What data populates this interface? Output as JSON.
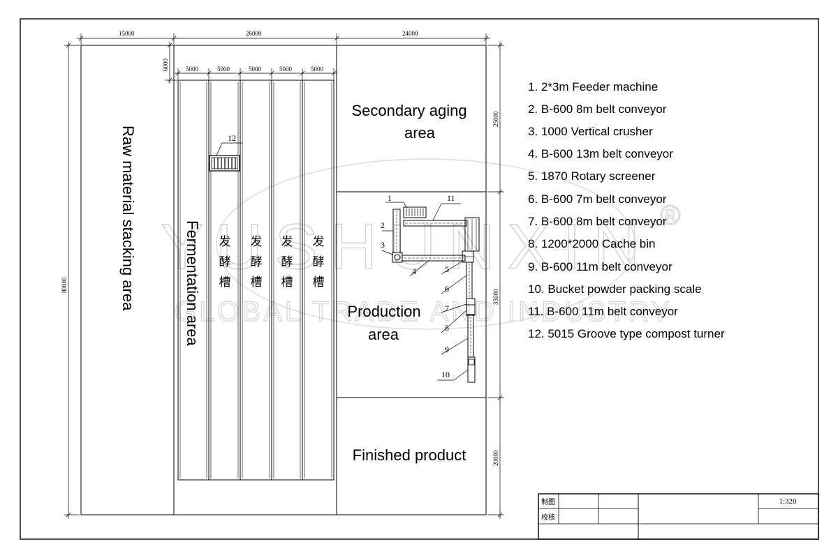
{
  "dimensions": {
    "top": [
      "15000",
      "26000",
      "24000"
    ],
    "tank_widths": [
      "5000",
      "5000",
      "5000",
      "5000",
      "5000"
    ],
    "left_gap": "6000",
    "overall_height": "80000",
    "right_heights": [
      "25000",
      "35000",
      "20000"
    ]
  },
  "areas": {
    "raw": "Raw material stacking area",
    "fermentation": "Fermentation area",
    "secondary_line1": "Secondary aging",
    "secondary_line2": "area",
    "production_line1": "Production",
    "production_line2": "area",
    "finished": "Finished product"
  },
  "tank_label": [
    "发",
    "酵",
    "槽"
  ],
  "callouts": [
    "1",
    "2",
    "3",
    "4",
    "5",
    "6",
    "7",
    "8",
    "9",
    "10",
    "11",
    "12"
  ],
  "legend": [
    "1. 2*3m Feeder machine",
    "2. B-600 8m belt conveyor",
    "3. 1000 Vertical crusher",
    "4. B-600 13m belt conveyor",
    "5. 1870 Rotary screener",
    "6. B-600 7m belt conveyor",
    "7. B-600 8m belt conveyor",
    "8. 1200*2000 Cache bin",
    "9. B-600 11m belt conveyor",
    "10. Bucket powder packing scale",
    "11. B-600 11m belt conveyor",
    "12. 5015 Groove type compost turner"
  ],
  "title_block": {
    "drawn_by": "制图",
    "checked_by": "校核",
    "scale": "1:320"
  },
  "watermark": {
    "brand": "YUSHUNXIN",
    "tagline": "GLOBAL TRADE AND INDUSTRY",
    "reg_mark": "®"
  }
}
